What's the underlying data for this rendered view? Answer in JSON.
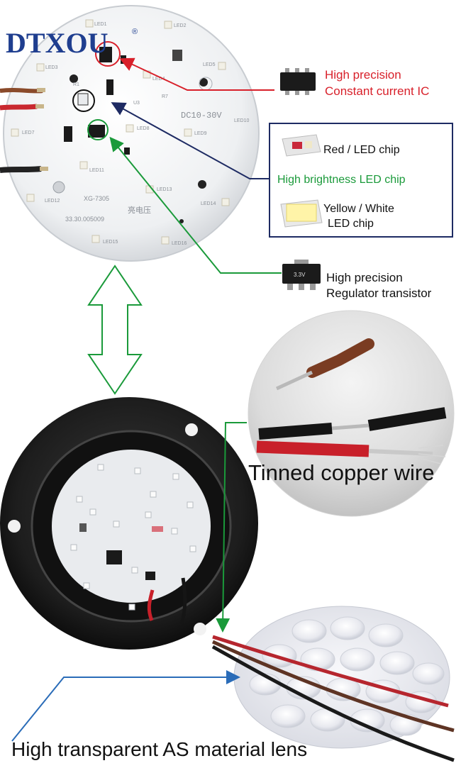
{
  "brand": {
    "logo_text": "DTXOU",
    "registered_mark": "®"
  },
  "pcb": {
    "silkscreen_voltage": "DC10-30V",
    "model_code": "XG-7305",
    "serial_number": "33.30.005009",
    "chinese_text": "亮电压",
    "led_labels": [
      "LED1",
      "LED2",
      "LED3",
      "LED4",
      "LED5",
      "LED7",
      "LED8",
      "LED9",
      "LED10",
      "LED11",
      "LED12",
      "LED13",
      "LED14",
      "LED15",
      "LED16"
    ],
    "component_labels": [
      "R1",
      "R7",
      "U3"
    ]
  },
  "callouts": {
    "constant_current_ic": {
      "line1": "High precision",
      "line2": "Constant current IC",
      "color": "#d8202a"
    },
    "red_led_chip": "Red / LED chip",
    "high_brightness_led_chip": {
      "text": "High brightness LED chip",
      "color": "#1a9a3a"
    },
    "yellow_white_chip": {
      "line1": "Yellow / White",
      "line2": "LED chip"
    },
    "regulator_transistor": {
      "line1": "High precision",
      "line2": "Regulator transistor"
    },
    "wire": "Tinned copper wire",
    "lens": "High transparent AS material lens"
  },
  "colors": {
    "brand_blue": "#1f3e8f",
    "ic_arrow_red": "#d8202a",
    "navy_arrow": "#1e2b63",
    "green_arrow": "#1a9a3a",
    "lens_arrow_blue": "#2a6cb8"
  }
}
